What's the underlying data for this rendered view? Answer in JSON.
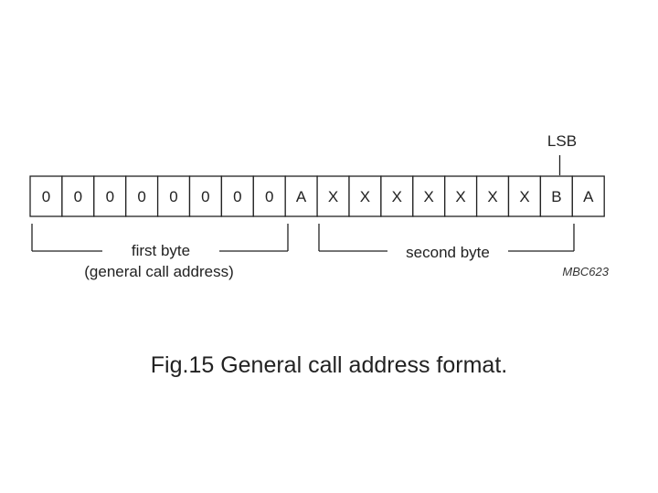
{
  "diagram": {
    "bits": [
      "0",
      "0",
      "0",
      "0",
      "0",
      "0",
      "0",
      "0",
      "A",
      "X",
      "X",
      "X",
      "X",
      "X",
      "X",
      "X",
      "B",
      "A"
    ],
    "lsb_label": "LSB",
    "first_byte": {
      "line1": "first byte",
      "line2": "(general call address)"
    },
    "second_byte": {
      "label": "second byte"
    },
    "figure_code": "MBC623"
  },
  "caption": "Fig.15  General call address format."
}
